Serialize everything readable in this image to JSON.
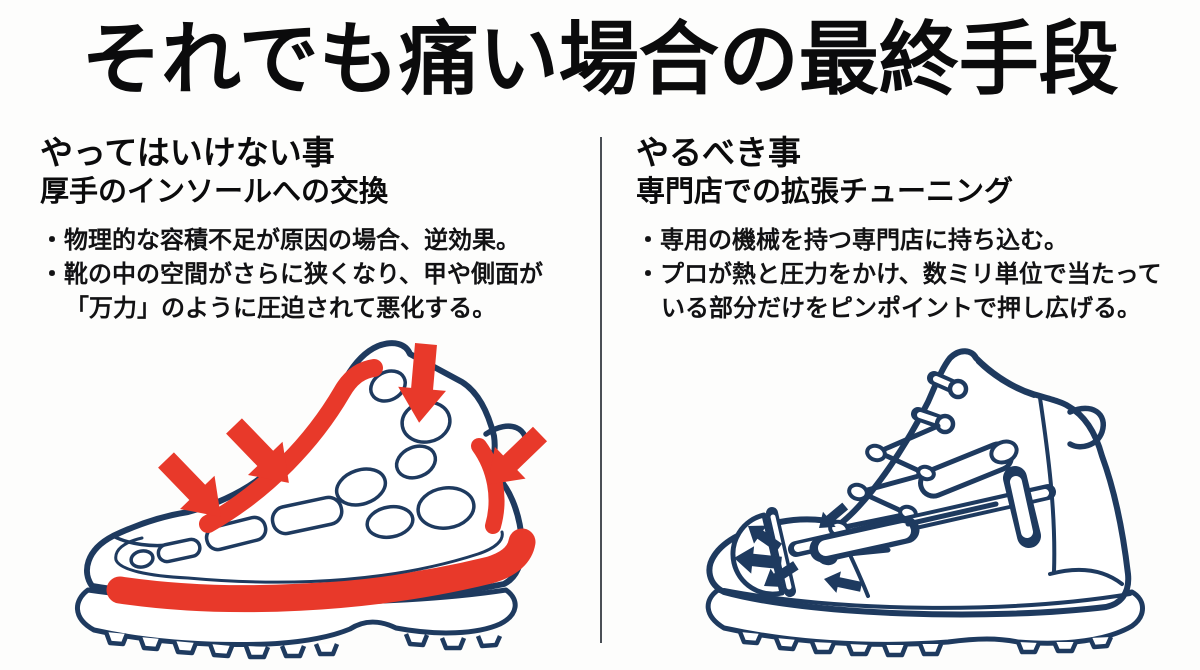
{
  "title": "それでも痛い場合の最終手段",
  "left_panel": {
    "heading": "やってはいけない事",
    "subheading": "厚手のインソールへの交換",
    "bullet_lines": [
      {
        "text": "・物理的な容積不足が原因の場合、逆効果。",
        "continuation": false
      },
      {
        "text": "・靴の中の空間がさらに狭くなり、甲や側面が",
        "continuation": false
      },
      {
        "text": "「万力」のように圧迫されて悪化する。",
        "continuation": true
      }
    ],
    "illustration": {
      "icon": "boot-cross-section-bones-icon",
      "accent_elements": [
        "thick-red-insole",
        "red-instep-pressure-band",
        "red-heel-pressure-band",
        "four-red-pressure-arrows"
      ]
    }
  },
  "right_panel": {
    "heading": "やるべき事",
    "subheading": "専門店での拡張チューニング",
    "bullet_lines": [
      {
        "text": "・専用の機械を持つ専門店に持ち込む。",
        "continuation": false
      },
      {
        "text": "・プロが熱と圧力をかけ、数ミリ単位で当たって",
        "continuation": false
      },
      {
        "text": "いる部分だけをピンポイントで押し広げる。",
        "continuation": true
      }
    ],
    "illustration": {
      "icon": "boot-with-stretcher-tool-icon",
      "accent_elements": [
        "stretcher-dome-head",
        "stretcher-rod-and-handle",
        "expansion-arrows"
      ]
    }
  },
  "colors": {
    "background": "#fdfdfc",
    "text": "#101012",
    "outline_navy": "#1e3a5f",
    "accent_red": "#e8392a",
    "divider": "#4a4f55"
  }
}
